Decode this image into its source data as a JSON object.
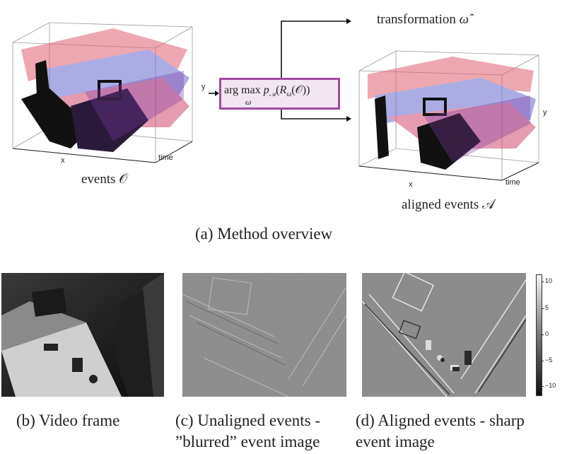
{
  "top_figure": {
    "transformation_label": "transformation",
    "omega_hat": "ω̂",
    "formula_line1": "arg max",
    "formula_line2": "ω",
    "formula_expr": "p(R(𝒪))",
    "left_cube": {
      "x_label": "x",
      "y_label": "y",
      "t_label": "time",
      "caption": "events 𝒪"
    },
    "right_cube": {
      "x_label": "x",
      "y_label": "y",
      "t_label": "time",
      "caption": "aligned events 𝒜"
    },
    "caption": "(a)  Method overview"
  },
  "bottom_figure": {
    "colorbar_ticks": [
      "10",
      "5",
      "0",
      "−5",
      "−10"
    ],
    "caption_b": "(b)  Video frame",
    "caption_c_line1": "(c)  Unaligned events -",
    "caption_c_line2": "”blurred” event image",
    "caption_d_line1": "(d)  Aligned events - sharp",
    "caption_d_line2": "event image"
  },
  "colors": {
    "accent": "#a04aa0",
    "red_events": "#d0304a",
    "blue_events": "#3a3ab8"
  }
}
